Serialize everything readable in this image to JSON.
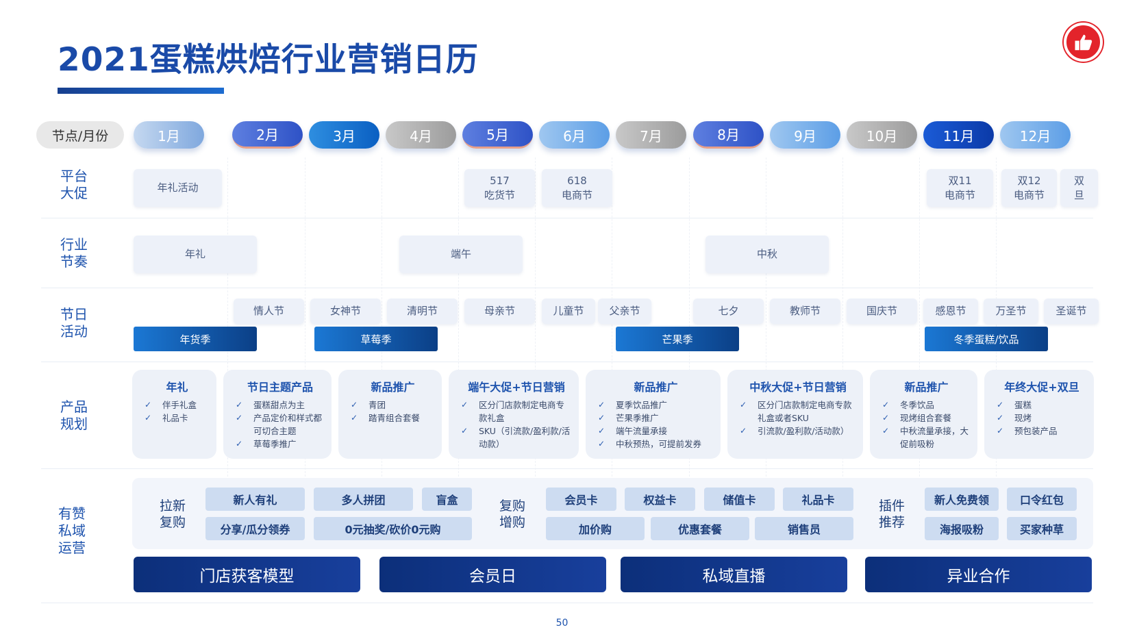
{
  "title": "2021蛋糕烘焙行业营销日历",
  "corner_label": "节点/月份",
  "months": [
    "1月",
    "2月",
    "3月",
    "4月",
    "5月",
    "6月",
    "7月",
    "8月",
    "9月",
    "10月",
    "11月",
    "12月"
  ],
  "row_labels": {
    "platform": [
      "平台",
      "大促"
    ],
    "industry": [
      "行业",
      "节奏"
    ],
    "festival": [
      "节日",
      "活动"
    ],
    "product": [
      "产品",
      "规划"
    ],
    "private": [
      "有赞",
      "私域",
      "运营"
    ]
  },
  "platform_promos": [
    "年礼活动",
    "517",
    "吃货节",
    "618",
    "电商节",
    "双11",
    "电商节",
    "双12",
    "电商节",
    "双",
    "旦"
  ],
  "industry_rhythm": [
    "年礼",
    "端午",
    "中秋"
  ],
  "festivals": [
    "情人节",
    "女神节",
    "清明节",
    "母亲节",
    "儿童节",
    "父亲节",
    "七夕",
    "教师节",
    "国庆节",
    "感恩节",
    "万圣节",
    "圣诞节"
  ],
  "seasons": [
    "年货季",
    "草莓季",
    "芒果季",
    "冬季蛋糕/饮品"
  ],
  "products": [
    {
      "title": "年礼",
      "items": [
        "伴手礼盒",
        "礼品卡"
      ]
    },
    {
      "title": "节日主题产品",
      "items": [
        "蛋糕甜点为主",
        "产品定价和样式都可切合主题",
        "草莓季推广"
      ]
    },
    {
      "title": "新品推广",
      "items": [
        "青团",
        "踏青组合套餐"
      ]
    },
    {
      "title": "端午大促+节日营销",
      "items": [
        "区分门店款制定电商专款礼盒",
        "SKU（引流款/盈利款/活动款）"
      ]
    },
    {
      "title": "新品推广",
      "items": [
        "夏季饮品推广",
        "芒果季推广",
        "端午流量承接",
        "中秋预热，可提前发券"
      ]
    },
    {
      "title": "中秋大促+节日营销",
      "items": [
        "区分门店款制定电商专款礼盒或者SKU",
        "引流款/盈利款/活动款）"
      ]
    },
    {
      "title": "新品推广",
      "items": [
        "冬季饮品",
        "现烤组合套餐",
        "中秋流量承接，大促前吸粉"
      ]
    },
    {
      "title": "年终大促+双旦",
      "items": [
        "蛋糕",
        "现烤",
        "预包装产品"
      ]
    }
  ],
  "private_ops": {
    "group1_label": [
      "拉新",
      "复购"
    ],
    "group1_chips": [
      "新人有礼",
      "多人拼团",
      "盲盒",
      "分享/瓜分领券",
      "0元抽奖/砍价0元购"
    ],
    "group2_label": [
      "复购",
      "增购"
    ],
    "group2_chips": [
      "会员卡",
      "权益卡",
      "储值卡",
      "礼品卡",
      "加价购",
      "优惠套餐",
      "销售员"
    ],
    "group3_label": [
      "插件",
      "推荐"
    ],
    "group3_chips": [
      "新人免费领",
      "口令红包",
      "海报吸粉",
      "买家种草"
    ]
  },
  "models": [
    "门店获客模型",
    "会员日",
    "私域直播",
    "异业合作"
  ],
  "page_number": "50",
  "colors": {
    "title": "#1a4aa8",
    "accent_red": "#e3242b",
    "navy": "#0c2f7a"
  },
  "icons": {
    "badge": "thumbs-up-icon",
    "check": "check-icon"
  }
}
